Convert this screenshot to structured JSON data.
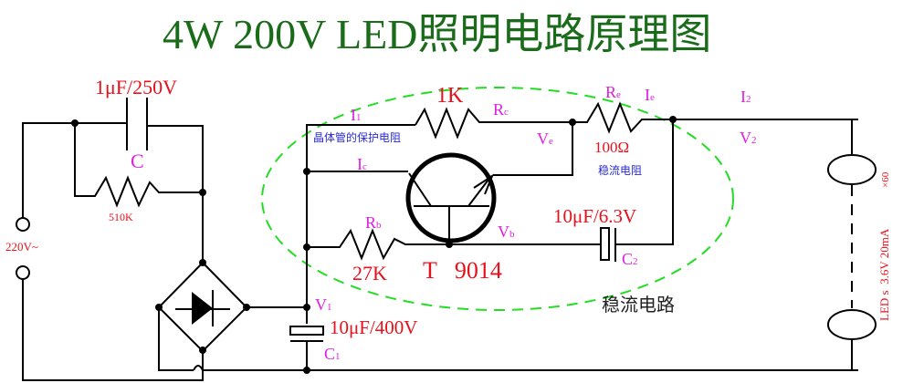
{
  "title": "4W 200V LED照明电路原理图",
  "labels": {
    "c_value": "1μF/250V",
    "c_name": "C",
    "r_510k": "510K",
    "source": "220V~",
    "rc_value": "1K",
    "rc_name": "R",
    "rc_sub": "c",
    "i1": "I",
    "i1_sub": "1",
    "protect_note": "晶体管的保护电阻",
    "ic": "I",
    "ic_sub": "c",
    "ve": "V",
    "ve_sub": "e",
    "re_name": "R",
    "re_sub": "e",
    "ie": "I",
    "ie_sub": "e",
    "re_value": "100Ω",
    "stabilize_note": "稳流电阻",
    "i2": "I",
    "i2_sub": "2",
    "v2": "V",
    "v2_sub": "2",
    "rb_name": "R",
    "rb_sub": "b",
    "rb_value": "27K",
    "vb": "V",
    "vb_sub": "b",
    "transistor": "T   9014",
    "c2_value": "10μF/6.3V",
    "c2_name": "C",
    "c2_sub": "2",
    "v1": "V",
    "v1_sub": "1",
    "c1_value": "10μF/400V",
    "c1_name": "C",
    "c1_sub": "1",
    "region_label": "稳流电路",
    "leds_label": "LED s  3.6V 20mA",
    "leds_count": "×60"
  }
}
